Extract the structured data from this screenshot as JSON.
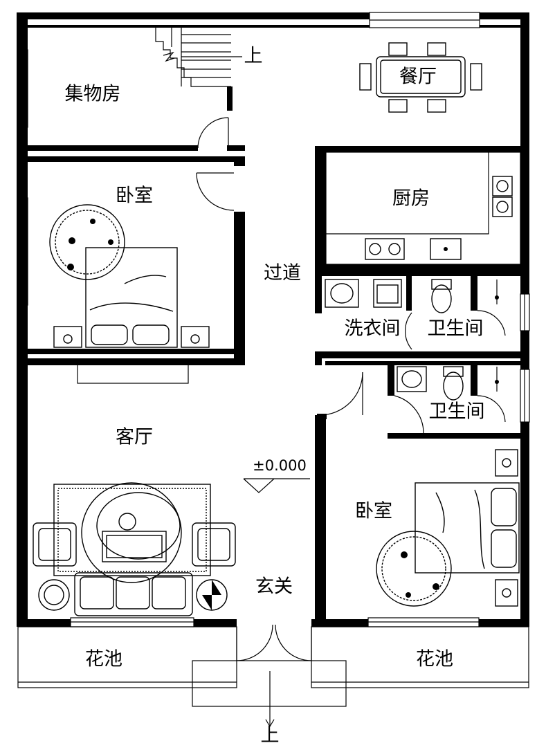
{
  "rooms": {
    "storage": "集物房",
    "dining": "餐厅",
    "bedroom_top": "卧室",
    "kitchen": "厨房",
    "corridor": "过道",
    "laundry": "洗衣间",
    "bath_top": "卫生间",
    "bath_bottom": "卫生间",
    "living": "客厅",
    "bedroom_bottom": "卧室",
    "entry": "玄关",
    "planter_left": "花池",
    "planter_right": "花池"
  },
  "level_mark": "±0.000",
  "stair_up": "上",
  "entry_up": "上"
}
